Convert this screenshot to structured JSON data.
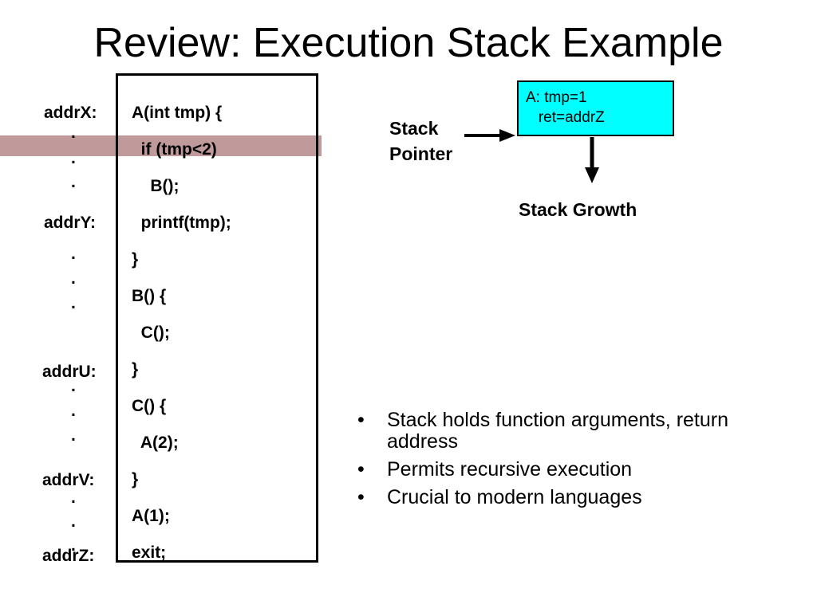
{
  "slide": {
    "title": "Review: Execution Stack Example"
  },
  "code": {
    "lines": [
      "A(int tmp) {",
      "  if (tmp<2)",
      "    B();",
      "  printf(tmp);",
      "}",
      "B() {",
      "  C();",
      "}",
      "C() {",
      "  A(2);",
      "}",
      "A(1);",
      "exit;"
    ]
  },
  "addresses": {
    "addrX": "addrX:",
    "addrY": "addrY:",
    "addrU": "addrU:",
    "addrV": "addrV:",
    "addrZ": "addrZ:",
    "dot": "."
  },
  "stack": {
    "pointer_label_line1": "Stack",
    "pointer_label_line2": "Pointer",
    "frame": {
      "line1": "A: tmp=1",
      "line2": "   ret=addrZ"
    },
    "growth_label": "Stack Growth"
  },
  "bullets": {
    "marker": "•",
    "items": [
      "Stack holds function arguments, return address",
      "Permits recursive execution",
      "Crucial to modern languages"
    ]
  },
  "colors": {
    "frame_fill": "#00ffff",
    "highlight": "#c09a9a"
  },
  "icons": {
    "stack_pointer_arrow": "right-arrow-icon",
    "stack_growth_arrow": "down-arrow-icon"
  }
}
